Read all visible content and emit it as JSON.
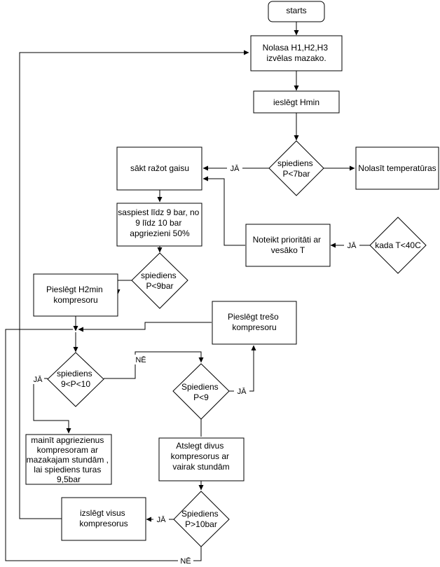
{
  "nodes": {
    "start": [
      "starts"
    ],
    "read_h": [
      "Nolasa H1,H2,H3",
      "izvēlas mazako."
    ],
    "enable_hmin": [
      "ieslēgt Hmin"
    ],
    "check_p7": [
      "spiediens",
      "P<7bar"
    ],
    "read_temp": [
      "Nolasīt temperatūras"
    ],
    "start_gas": [
      "sākt ražot gaisu"
    ],
    "compress": [
      "saspiest līdz 9 bar, no",
      "9 līdz 10 bar",
      "apgriezieni 50%"
    ],
    "priority": [
      "Noteikt prioritāti ar",
      "vesāko T"
    ],
    "check_t40": [
      "kada T<40C"
    ],
    "check_p9a": [
      "spiediens",
      "P<9bar"
    ],
    "h2min": [
      "Pieslēgt H2min",
      "kompresoru"
    ],
    "third": [
      "Pieslēgt trešo",
      "kompresoru"
    ],
    "check_9_10": [
      "spiediens",
      "9<P<10"
    ],
    "check_p9b": [
      "Spiediens",
      "P<9"
    ],
    "change_rpm": [
      "mainīt apgriezienus",
      "kompresoram ar",
      "mazakajam stundām ,",
      "lai spiediens turas",
      "9,5bar"
    ],
    "switch_two": [
      "Atslegt divus",
      "kompresorus ar",
      "vairak stundām"
    ],
    "check_p10": [
      "Spiediens",
      "P>10bar"
    ],
    "stop_all": [
      "izslēgt visus",
      "kompresorus"
    ]
  },
  "labels": {
    "ja": "JĀ",
    "ne": "NĒ"
  }
}
